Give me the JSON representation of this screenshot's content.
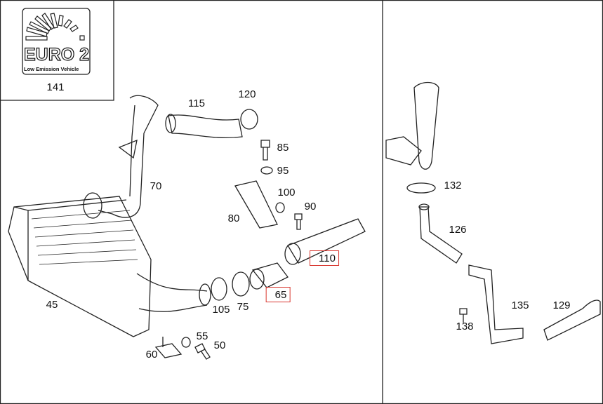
{
  "logo": {
    "main": "EURO 2",
    "subtitle": "Low Emission Vehicle",
    "part_number": "141"
  },
  "left_panel": {
    "labels": [
      "115",
      "120",
      "85",
      "95",
      "100",
      "90",
      "80",
      "70",
      "45",
      "105",
      "75",
      "55",
      "50",
      "60"
    ],
    "highlighted": [
      "110",
      "65"
    ],
    "highlight_color": "#d9362f"
  },
  "right_panel": {
    "labels": [
      "132",
      "126",
      "135",
      "129",
      "138"
    ]
  }
}
